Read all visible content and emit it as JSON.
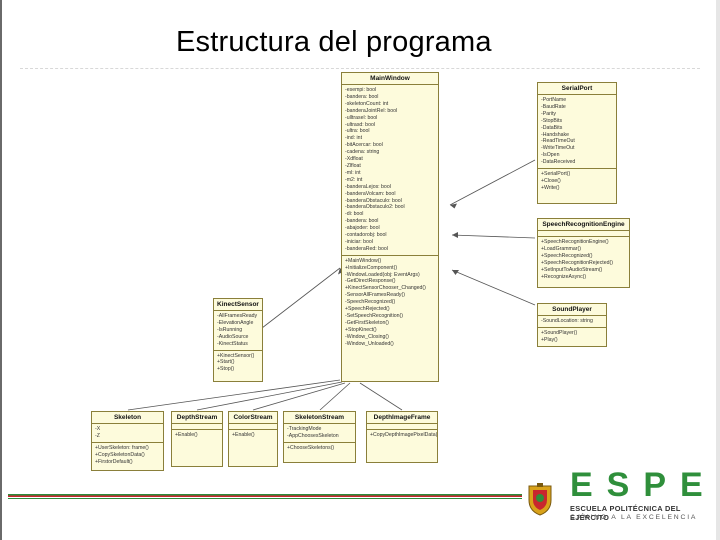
{
  "title": "Estructura del programa",
  "colors": {
    "box_fill": "#fdfbdc",
    "box_border": "#8a7f3a",
    "brand_green": "#2f8f3b",
    "brand_red": "#c8262e"
  },
  "classes": {
    "main_window": {
      "name": "MainWindow",
      "attributes": [
        "-esempi: bool",
        "-bandera: bool",
        "-skeletonCount: int",
        "-banderaJointRel: bool",
        "-ulltrasel: bool",
        "-ultrasd: bool",
        "-ultra: bool",
        "-ind: int",
        "-bitAcercar: bool",
        "-cadena: string",
        "-Xdfloat",
        "-Zlfloat",
        "-ml: int",
        "-m2: int",
        "-banderaLejos: bool",
        "-banderaVolcam: bool",
        "-banderaObstaculo: bool",
        "-banderaObstaculo2: bool",
        "-di: bool",
        "-bandera: bool",
        "-abajoder: bool",
        "-contadorobj: bool",
        "-iniciar: bool",
        "-banderaRed: bool"
      ],
      "methods": [
        "+MainWindow()",
        "+InitializeComponent()",
        "-WindowLoaded(obj: EventArgs)",
        "-GetDirectResponse()",
        "+KinectSensorChooser_Changed()",
        "-SensorAllFramesReady()",
        "-SpeechRecognized()",
        "+SpeechRejected()",
        "-SetSpeechRecognition()",
        "-GetFirstSkeleton()",
        "+StopKinect()",
        "-Window_Closing()",
        "-Window_Unloaded()"
      ]
    },
    "serial_port": {
      "name": "SerialPort",
      "attributes": [
        "-PortName",
        "-BaudRate",
        "-Parity",
        "-StopBits",
        "-DataBits",
        "-Handshake",
        "-ReadTimeOut",
        "-WriteTimeOut",
        "-IsOpen",
        "-DataReceived"
      ],
      "methods": [
        "+SerialPort()",
        "+Close()",
        "+Write()"
      ]
    },
    "speech_engine": {
      "name": "SpeechRecognitionEngine",
      "attributes": [],
      "methods": [
        "+SpeechRecognitionEngine()",
        "+LoadGrammar()",
        "+SpeechRecognized()",
        "+SpeechRecognitionRejected()",
        "+SetInputToAudioStream()",
        "+RecognizeAsync()"
      ]
    },
    "sound_player": {
      "name": "SoundPlayer",
      "attributes": [
        "-SoundLocation: string"
      ],
      "methods": [
        "+SoundPlayer()",
        "+Play()"
      ]
    },
    "kinect_sensor": {
      "name": "KinectSensor",
      "attributes": [
        "-AllFramesReady",
        "-ElevationAngle",
        "-IsRunning",
        "-AudioSource",
        "-KinectStatus"
      ],
      "methods": [
        "+KinectSensor()",
        "+Start()",
        "+Stop()"
      ]
    },
    "skeleton": {
      "name": "Skeleton",
      "attributes": [
        "-X",
        "-Z"
      ],
      "methods": [
        "+UserSkeleton: frame()",
        "+CopySkeletonData()",
        "+FirstorDefault()"
      ]
    },
    "depth_stream": {
      "name": "DepthStream",
      "attributes": [],
      "methods": [
        "+Enable()"
      ]
    },
    "color_stream": {
      "name": "ColorStream",
      "attributes": [],
      "methods": [
        "+Enable()"
      ]
    },
    "skeleton_stream": {
      "name": "SkeletonStream",
      "attributes": [
        "-TrackingMode",
        "-AppChoosesSkeleton"
      ],
      "methods": [
        "+ChooseSkeletons()"
      ]
    },
    "depth_image_frame": {
      "name": "DepthImageFrame",
      "attributes": [],
      "methods": [
        "+CopyDepthImagePixelData()"
      ]
    }
  },
  "footer": {
    "logo_text": "ESPE",
    "line1": "ESCUELA POLITÉCNICA DEL EJÉRCITO",
    "line2": "CAMINO A LA EXCELENCIA"
  }
}
